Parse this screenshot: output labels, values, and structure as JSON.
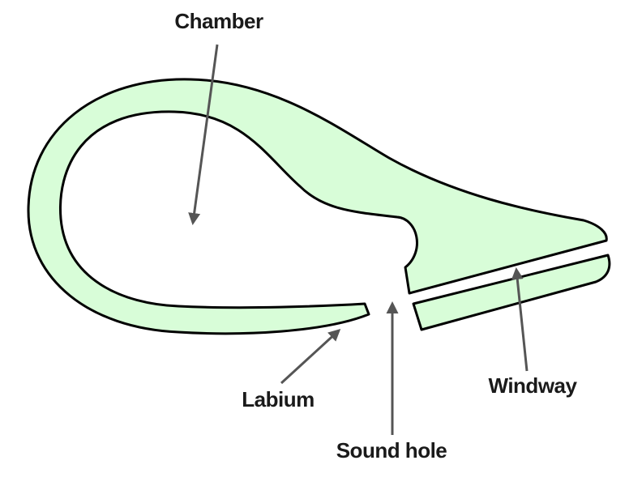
{
  "labels": {
    "chamber": "Chamber",
    "labium": "Labium",
    "sound_hole": "Sound hole",
    "windway": "Windway"
  },
  "colors": {
    "fill": "#d8fdd8",
    "outline": "#000000",
    "arrow": "#555555",
    "text": "#1a1a1a"
  }
}
